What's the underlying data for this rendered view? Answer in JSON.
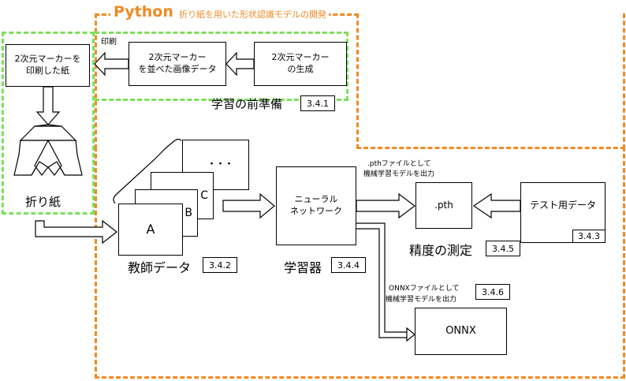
{
  "title": {
    "main": "Python",
    "sub": "折り紙を用いた形状認識モデルの開発"
  },
  "print_label": "印刷",
  "boxes": {
    "printed_marker": "2次元マーカーを\n印刷した紙",
    "marker_image": "2次元マーカー\nを並べた画像データ",
    "marker_gen": "2次元マーカー\nの生成",
    "nn": "ニューラル\nネットワーク",
    "pth": ".pth",
    "test_data": "テスト用データ",
    "onnx": "ONNX"
  },
  "stack_labels": {
    "a": "A",
    "b": "B",
    "c": "C",
    "dots": "・・・"
  },
  "section_labels": {
    "preprocess": "学習の前準備",
    "preprocess_num": "3.4.1",
    "teacher": "教師データ",
    "teacher_num": "3.4.2",
    "test_num": "3.4.3",
    "learner": "学習器",
    "learner_num": "3.4.4",
    "accuracy": "精度の測定",
    "accuracy_num": "3.4.5",
    "onnx_num": "3.4.6"
  },
  "origami_label": "折り紙",
  "notes": {
    "pth_line1": ".pthファイルとして",
    "pth_line2": "機械学習モデルを出力",
    "onnx_line1": "ONNXファイルとして",
    "onnx_line2": "機械学習モデルを出力"
  },
  "colors": {
    "orange": "#f08a24",
    "green": "#7be05a",
    "ink": "#000000"
  }
}
